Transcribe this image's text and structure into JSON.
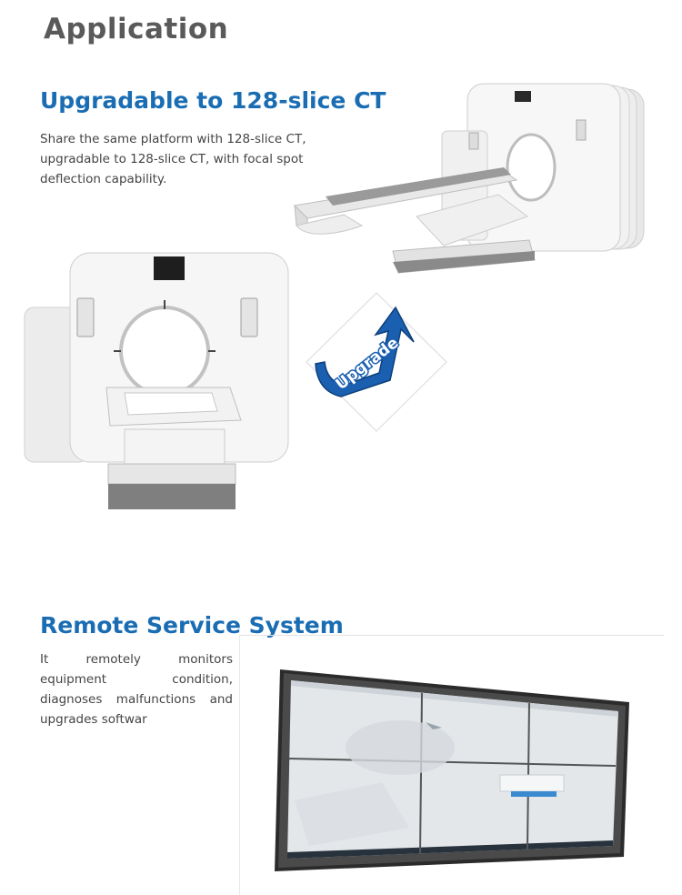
{
  "page": {
    "title": "Application"
  },
  "sections": [
    {
      "title": "Upgradable to 128-slice CT",
      "description": "Share the same platform with 128-slice CT, upgradable to 128-slice CT, with focal spot deflection capability."
    },
    {
      "title": "Remote Service System",
      "description": "It remotely monitors equipment condition, diagnoses malfunctions and upgrades softwar"
    }
  ],
  "upgrade_badge": {
    "label": "Upgrade",
    "color": "#1a5fb0"
  },
  "colors": {
    "title": "#5a5a5a",
    "accent": "#1a6db3"
  }
}
